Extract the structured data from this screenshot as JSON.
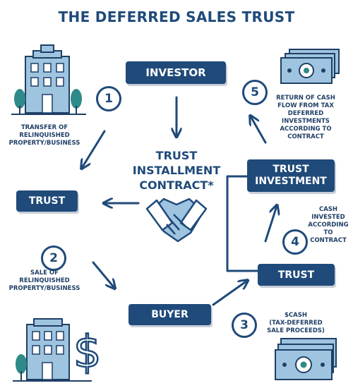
{
  "title": "THE DEFERRED SALES TRUST",
  "boxes": {
    "investor": "INVESTOR",
    "trust_left": "TRUST",
    "trust_investment": "TRUST\nINVESTMENT",
    "trust_right": "TRUST",
    "buyer": "BUYER"
  },
  "center_label": "TRUST\nINSTALLMENT\nCONTRACT*",
  "steps": [
    {
      "number": "1",
      "caption": "TRANSFER OF\nRELINQUISHED\nPROPERTY/BUSINESS"
    },
    {
      "number": "2",
      "caption": "SALE OF\nRELINQUISHED\nPROPERTY/BUSINESS"
    },
    {
      "number": "3",
      "caption": "$CASH\n(TAX-DEFERRED\nSALE PROCEEDS)"
    },
    {
      "number": "4",
      "caption": "CASH\nINVESTED\nACCORDING\nTO\nCONTRACT"
    },
    {
      "number": "5",
      "caption": "RETURN OF CASH\nFLOW FROM TAX\nDEFERRED\nINVESTMENTS ACCORDING TO\nCONTRACT"
    }
  ],
  "icons": [
    "building-icon",
    "building-dollar-icon",
    "handshake-icon",
    "cash-stack-icon"
  ],
  "colors": {
    "navy": "#1f4a7a",
    "light_blue": "#9fc4e0",
    "tree_green": "#2f8a8a"
  }
}
